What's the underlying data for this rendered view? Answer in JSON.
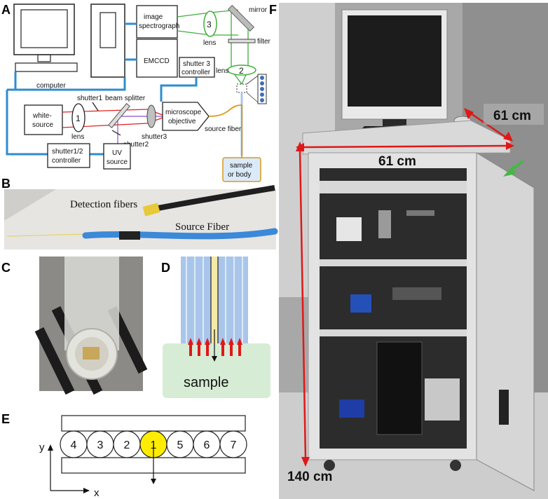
{
  "panel_labels": {
    "a": "A",
    "b": "B",
    "c": "C",
    "d": "D",
    "e": "E",
    "f": "F"
  },
  "panel_a": {
    "computer": "computer",
    "image_spectrograph_line1": "image",
    "image_spectrograph_line2": "spectrograph",
    "emccd": "EMCCD",
    "shutter3_line1": "shutter 3",
    "shutter3_line2": "controller",
    "mirror": "mirror",
    "filter": "filter",
    "lens": "lens",
    "lens3_num": "3",
    "lens2_num": "2",
    "lens1_num": "1",
    "shutter1": "shutter1",
    "beam_splitter": "beam splitter",
    "white_line1": "white-",
    "white_line2": "source",
    "microscope_line1": "microscope",
    "microscope_line2": "objective",
    "source_fiber": "source fiber",
    "shutter3": "shutter3",
    "shutter2": "shutter2",
    "uv_line1": "UV",
    "uv_line2": "source",
    "shutter12_line1": "shutter1/2",
    "shutter12_line2": "controller",
    "sample_line1": "sample",
    "sample_line2": "or body"
  },
  "panel_b": {
    "detection": "Detection fibers",
    "source": "Source Fiber"
  },
  "panel_d": {
    "sample": "sample"
  },
  "panel_e": {
    "fibers": [
      "4",
      "3",
      "2",
      "1",
      "5",
      "6",
      "7"
    ],
    "y_axis": "y",
    "x_axis": "x"
  },
  "panel_f": {
    "depth": "61 cm",
    "width": "61 cm",
    "height": "140 cm"
  },
  "colors": {
    "blue_line": "#2e8ccf",
    "green_beam": "#3fae3a",
    "red_beam": "#e02020",
    "orange_fiber": "#d89a1c",
    "fiber_blue": "#a9c6ea",
    "sample_green": "#d7ecd5",
    "highlight": "#ffec00"
  }
}
